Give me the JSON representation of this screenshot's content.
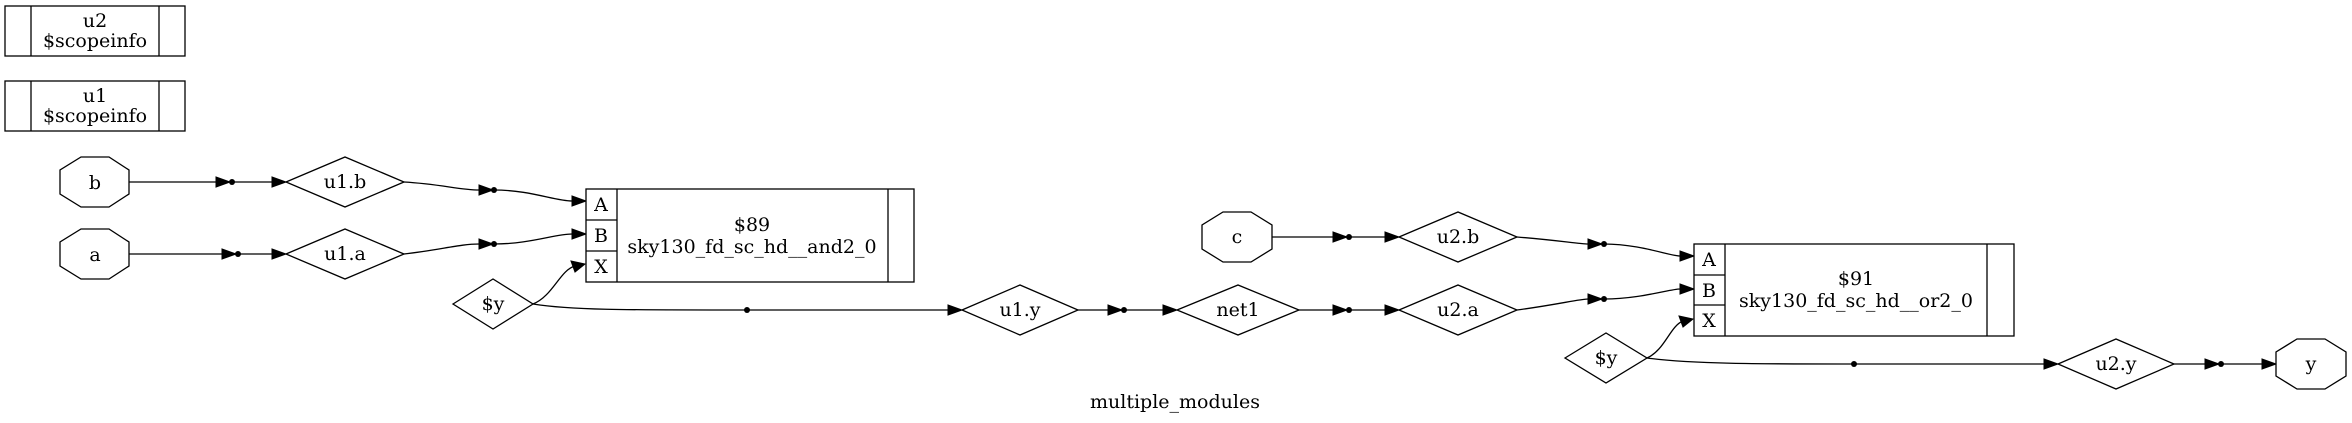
{
  "diagram": {
    "title": "multiple_modules",
    "scope_cells": [
      {
        "id": "u2",
        "line1": "u2",
        "line2": "$scopeinfo"
      },
      {
        "id": "u1",
        "line1": "u1",
        "line2": "$scopeinfo"
      }
    ],
    "ports": {
      "b": "b",
      "a": "a",
      "c": "c",
      "y": "y"
    },
    "nets": {
      "u1_b": "u1.b",
      "u1_a": "u1.a",
      "u1_y": "u1.y",
      "net1": "net1",
      "u2_b": "u2.b",
      "u2_a": "u2.a",
      "u2_y": "u2.y",
      "y_u1": "$y",
      "y_u2": "$y"
    },
    "cells": {
      "and": {
        "pins": [
          "A",
          "B",
          "X"
        ],
        "id": "$89",
        "type": "sky130_fd_sc_hd__and2_0"
      },
      "or": {
        "pins": [
          "A",
          "B",
          "X"
        ],
        "id": "$91",
        "type": "sky130_fd_sc_hd__or2_0"
      }
    }
  }
}
